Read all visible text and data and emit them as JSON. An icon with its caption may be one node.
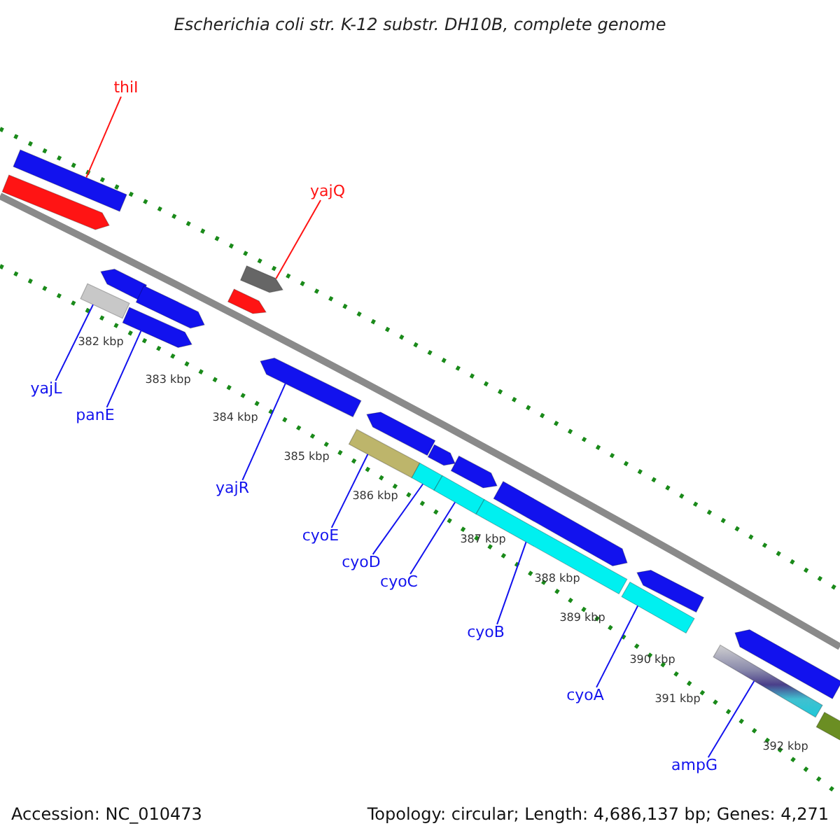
{
  "diagram": {
    "title": "Escherichia coli str. K-12 substr. DH10B, complete genome",
    "nodes": [
      {
        "text": [
          "thiI"
        ]
      },
      {
        "text": [],
        "shape": "bar"
      },
      {
        "text": [
          "yajQ"
        ]
      },
      {
        "text": [],
        "shape": "bar"
      },
      {
        "text": [
          "yajL"
        ]
      },
      {
        "text": [],
        "shape": "bar"
      },
      {
        "text": [
          "panE"
        ]
      },
      {
        "text": [],
        "shape": "bar"
      },
      {
        "text": [
          "yajR"
        ]
      },
      {
        "text": [],
        "shape": "bar"
      },
      {
        "text": [
          "cyoE"
        ]
      },
      {
        "text": [],
        "shape": "bar"
      },
      {
        "text": [
          "cyoD"
        ]
      },
      {
        "text": [],
        "shape": "bar"
      },
      {
        "text": [
          "cyoC"
        ]
      },
      {
        "text": [],
        "shape": "bar"
      },
      {
        "text": [
          "cyoB"
        ]
      },
      {
        "text": [],
        "shape": "bar"
      },
      {
        "text": [
          "cyoA"
        ]
      },
      {
        "text": [],
        "shape": "bar"
      },
      {
        "text": [
          "ampG"
        ]
      },
      {
        "text": [],
        "shape": "bar"
      },
      {
        "text": [],
        "shape": "bar"
      },
      {
        "text": [],
        "shape": "bar"
      },
      {
        "text": [],
        "shape": "bar"
      },
      {
        "text": [],
        "shape": "bar"
      },
      {
        "text": [],
        "shape": "bar"
      },
      {
        "text": [],
        "shape": "bar"
      },
      {
        "text": [],
        "shape": "bar"
      },
      {
        "text": [],
        "shape": "bar"
      },
      {
        "text": [],
        "shape": "bar"
      },
      {
        "text": [],
        "shape": "bar"
      },
      {
        "text": [],
        "shape": "bar"
      }
    ],
    "edges": [
      {
        "from": 0,
        "to": 1,
        "arrow": "none",
        "color": "#ff1414"
      },
      {
        "from": 2,
        "to": 3,
        "arrow": "none",
        "color": "#ff1414"
      },
      {
        "from": 4,
        "to": 5,
        "arrow": "none"
      },
      {
        "from": 6,
        "to": 7,
        "arrow": "none"
      },
      {
        "from": 8,
        "to": 9,
        "arrow": "none"
      },
      {
        "from": 10,
        "to": 11,
        "arrow": "none"
      },
      {
        "from": 12,
        "to": 13,
        "arrow": "none"
      },
      {
        "from": 14,
        "to": 15,
        "arrow": "none"
      },
      {
        "from": 16,
        "to": 17,
        "arrow": "none"
      },
      {
        "from": 18,
        "to": 19,
        "arrow": "none"
      },
      {
        "from": 20,
        "to": 21,
        "arrow": "none"
      }
    ],
    "labels": [
      "382 kbp",
      "383 kbp",
      "384 kbp",
      "385 kbp",
      "386 kbp",
      "387 kbp",
      "388 kbp",
      "389 kbp",
      "390 kbp",
      "391 kbp",
      "392 kbp",
      "Accession: NC_010473",
      "Topology: circular; Length: 4,686,137 bp; Genes: 4,271"
    ]
  }
}
